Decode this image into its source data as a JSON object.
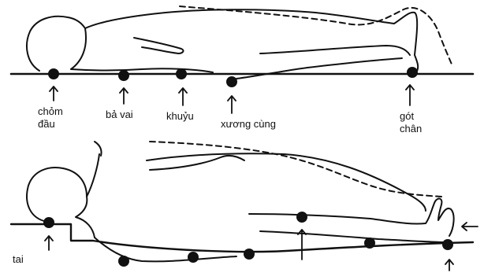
{
  "figure": {
    "top_panel": {
      "labels": {
        "head": [
          "chỏm",
          "đầu"
        ],
        "shoulders": "bả vai",
        "elbow": "khuỷu",
        "sacrum": "xương cùng",
        "heel": [
          "gót",
          "chân"
        ]
      }
    },
    "bottom_panel": {
      "labels": {
        "ear": "tai"
      }
    },
    "colors": {
      "line": "#111111",
      "background": "#ffffff"
    }
  }
}
